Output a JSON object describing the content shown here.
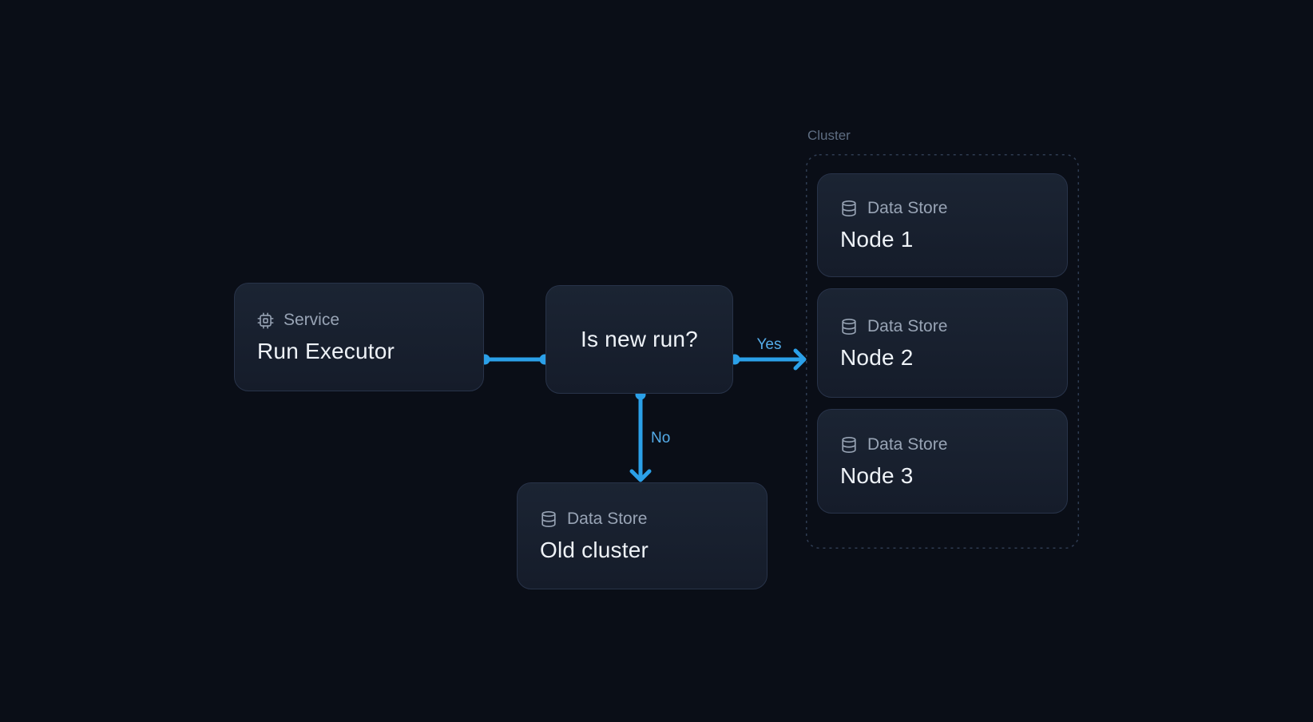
{
  "colors": {
    "bg": "#0a0e17",
    "accent": "#2ba0e8",
    "edge-label": "#54ace9",
    "card-top": "#1b2433",
    "card-bottom": "#151c2a",
    "card-border": "#283349",
    "title": "#eef2f7",
    "muted": "#98a4b5",
    "cluster-label": "#5e6d82",
    "dash": "#2f3c52"
  },
  "diagram": {
    "service": {
      "icon": "cpu-icon",
      "type_label": "Service",
      "title": "Run Executor"
    },
    "decision": {
      "title": "Is new run?"
    },
    "old_cluster": {
      "icon": "database-icon",
      "type_label": "Data Store",
      "title": "Old cluster"
    },
    "cluster": {
      "label": "Cluster",
      "nodes": [
        {
          "icon": "database-icon",
          "type_label": "Data Store",
          "title": "Node 1"
        },
        {
          "icon": "database-icon",
          "type_label": "Data Store",
          "title": "Node 2"
        },
        {
          "icon": "database-icon",
          "type_label": "Data Store",
          "title": "Node 3"
        }
      ]
    },
    "edges": [
      {
        "from": "service",
        "to": "decision",
        "label": ""
      },
      {
        "from": "decision",
        "to": "cluster",
        "label": "Yes"
      },
      {
        "from": "decision",
        "to": "old_cluster",
        "label": "No"
      }
    ]
  }
}
